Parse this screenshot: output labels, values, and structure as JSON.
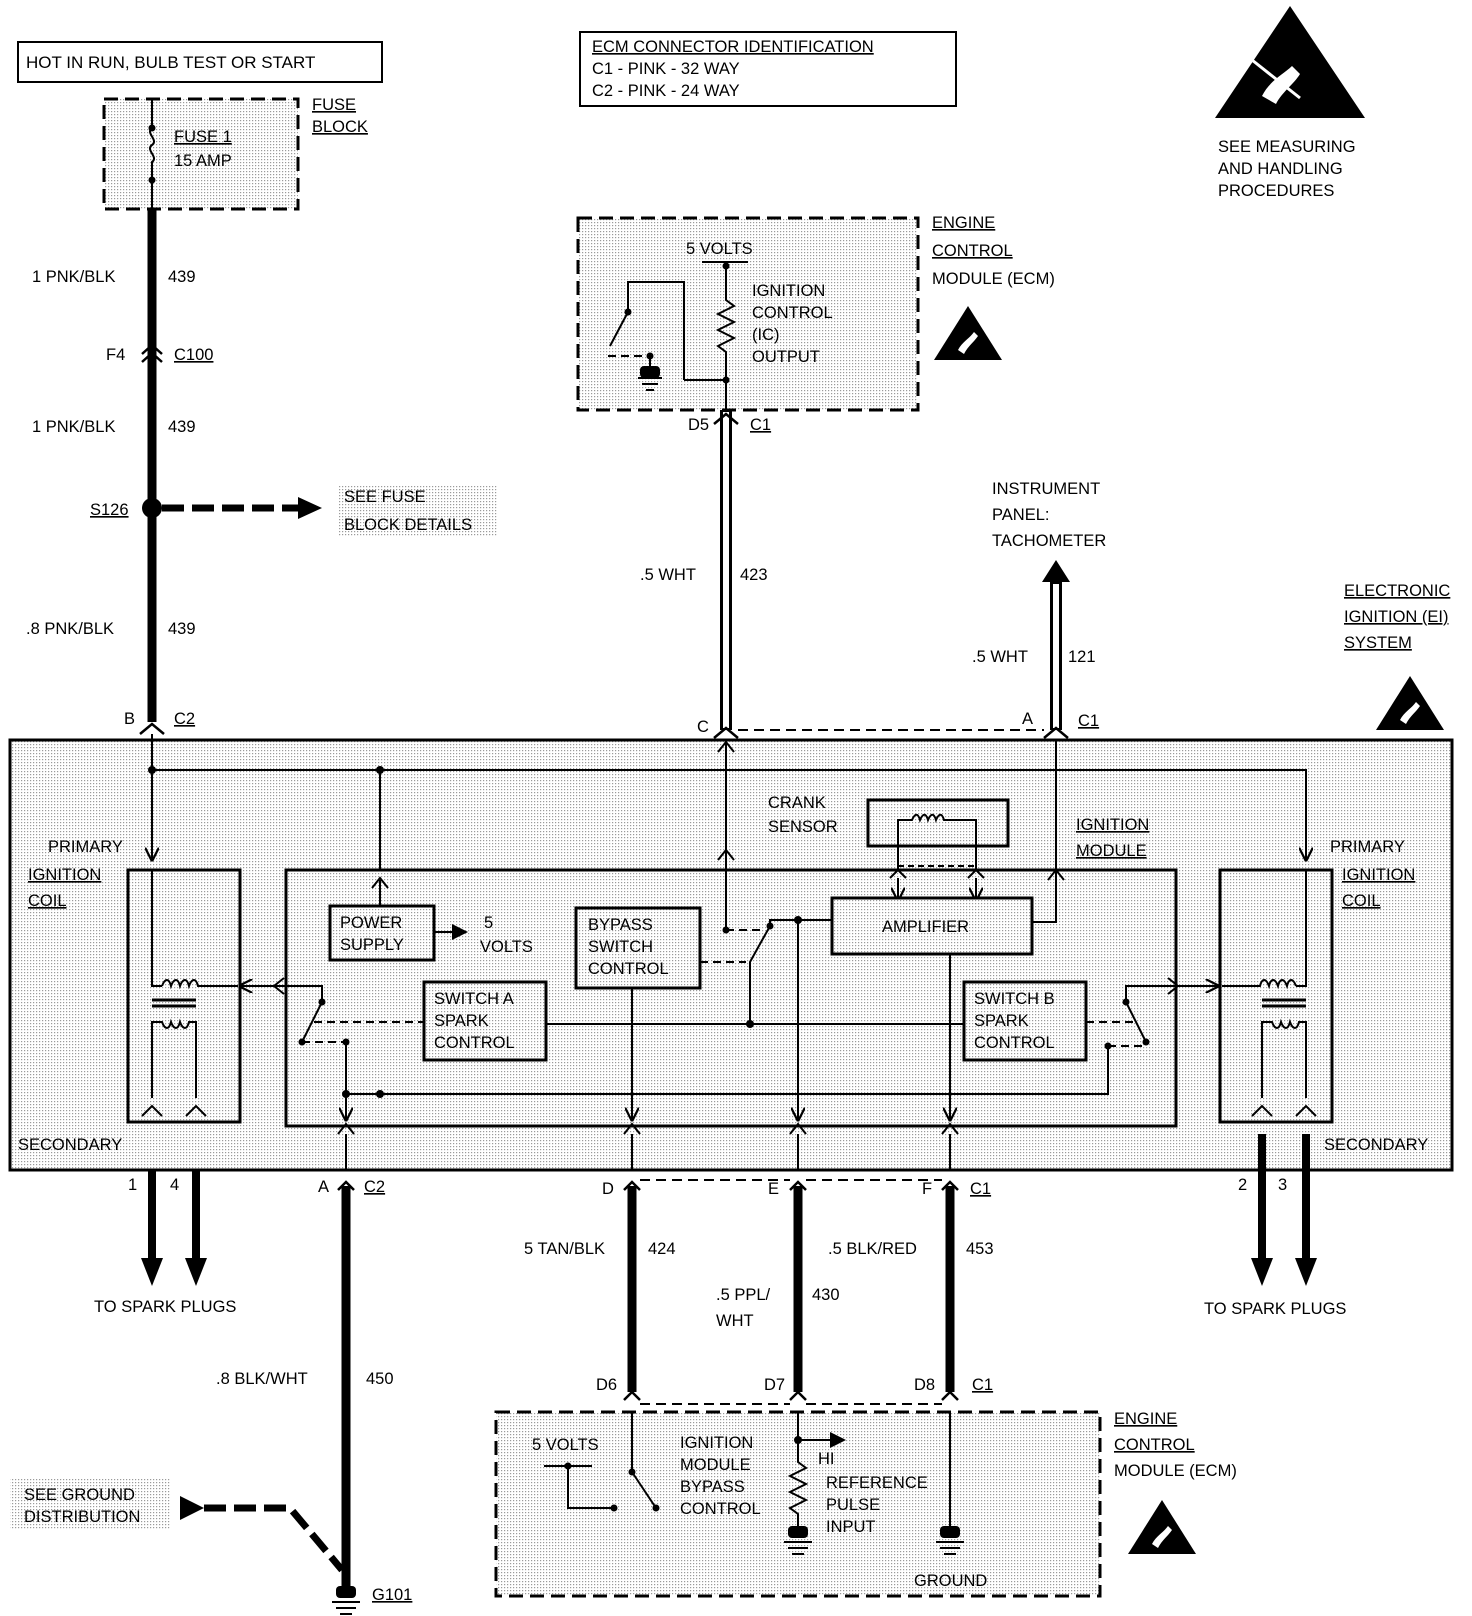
{
  "header": {
    "hot_label": "HOT IN RUN, BULB TEST OR START",
    "ecm_id_title": "ECM CONNECTOR IDENTIFICATION",
    "ecm_id_c1": "C1 - PINK - 32 WAY",
    "ecm_id_c2": "C2 - PINK - 24 WAY",
    "esd_note": [
      "SEE MEASURING",
      "AND HANDLING",
      "PROCEDURES"
    ]
  },
  "fuse": {
    "name": "FUSE 1",
    "rating": "15 AMP",
    "block_label": [
      "FUSE",
      "BLOCK"
    ]
  },
  "feed_circuit": {
    "wire1_gauge_color": "1 PNK/BLK",
    "wire1_number": "439",
    "connector_pin": "F4",
    "connector": "C100",
    "wire2_gauge_color": "1 PNK/BLK",
    "wire2_number": "439",
    "splice": "S126",
    "splice_ref": [
      "SEE FUSE",
      "BLOCK DETAILS"
    ],
    "wire3_gauge_color": ".8 PNK/BLK",
    "wire3_number": "439",
    "pin_b": "B",
    "conn_c2": "C2"
  },
  "ecm_top": {
    "label": [
      "ENGINE",
      "CONTROL",
      "MODULE (ECM)"
    ],
    "volts": "5 VOLTS",
    "output_label": [
      "IGNITION",
      "CONTROL",
      "(IC)",
      "OUTPUT"
    ],
    "pin": "D5",
    "conn": "C1",
    "wire_gauge_color": ".5 WHT",
    "wire_number": "423",
    "module_pin": "C"
  },
  "tach": {
    "label": [
      "INSTRUMENT",
      "PANEL:",
      "TACHOMETER"
    ],
    "wire_gauge_color": ".5 WHT",
    "wire_number": "121",
    "pin": "A",
    "conn": "C1"
  },
  "ei_system": {
    "label": [
      "ELECTRONIC",
      "IGNITION (EI)",
      "SYSTEM"
    ],
    "crank_sensor": [
      "CRANK",
      "SENSOR"
    ],
    "ignition_module": [
      "IGNITION",
      "MODULE"
    ],
    "primary_coil_left": [
      "PRIMARY",
      "IGNITION",
      "COIL"
    ],
    "primary_coil_right": [
      "PRIMARY",
      "IGNITION",
      "COIL"
    ],
    "secondary_left": "SECONDARY",
    "secondary_right": "SECONDARY",
    "power_supply": [
      "POWER",
      "SUPPLY"
    ],
    "five_volts": [
      "5",
      "VOLTS"
    ],
    "bypass": [
      "BYPASS",
      "SWITCH",
      "CONTROL"
    ],
    "amplifier": "AMPLIFIER",
    "switch_a": [
      "SWITCH A",
      "SPARK",
      "CONTROL"
    ],
    "switch_b": [
      "SWITCH B",
      "SPARK",
      "CONTROL"
    ]
  },
  "outputs_bottom": {
    "left_pins": [
      "1",
      "4"
    ],
    "right_pins": [
      "2",
      "3"
    ],
    "spark_plugs_left": "TO SPARK PLUGS",
    "spark_plugs_right": "TO SPARK PLUGS",
    "ground_pin": "A",
    "ground_conn": "C2",
    "ground_wire_gauge_color": ".8 BLK/WHT",
    "ground_wire_number": "450",
    "ground_ref": [
      "SEE GROUND",
      "DISTRIBUTION"
    ],
    "ground_point": "G101",
    "pin_d": "D",
    "pin_e": "E",
    "pin_f": "F",
    "conn_c1": "C1",
    "wire_d_gauge_color": "5 TAN/BLK",
    "wire_d_number": "424",
    "wire_e_gauge_color": [
      ".5 PPL/",
      "WHT"
    ],
    "wire_e_number": "430",
    "wire_f_gauge_color": ".5 BLK/RED",
    "wire_f_number": "453",
    "ecm_pins": [
      "D6",
      "D7",
      "D8"
    ],
    "ecm_conn": "C1"
  },
  "ecm_bottom": {
    "label": [
      "ENGINE",
      "CONTROL",
      "MODULE (ECM)"
    ],
    "volts": "5 VOLTS",
    "bypass_label": [
      "IGNITION",
      "MODULE",
      "BYPASS",
      "CONTROL"
    ],
    "hi": "HI",
    "ref_label": [
      "REFERENCE",
      "PULSE",
      "INPUT"
    ],
    "ground": "GROUND"
  }
}
